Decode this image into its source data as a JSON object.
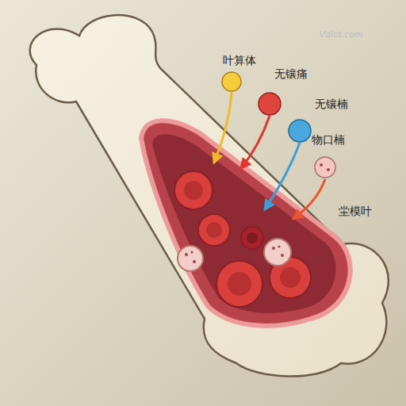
{
  "diagram": {
    "labels": [
      "叶算体",
      "无镶痛",
      "无镶楠",
      "物口楠",
      "坣模叶",
      "Vdict.com"
    ]
  }
}
